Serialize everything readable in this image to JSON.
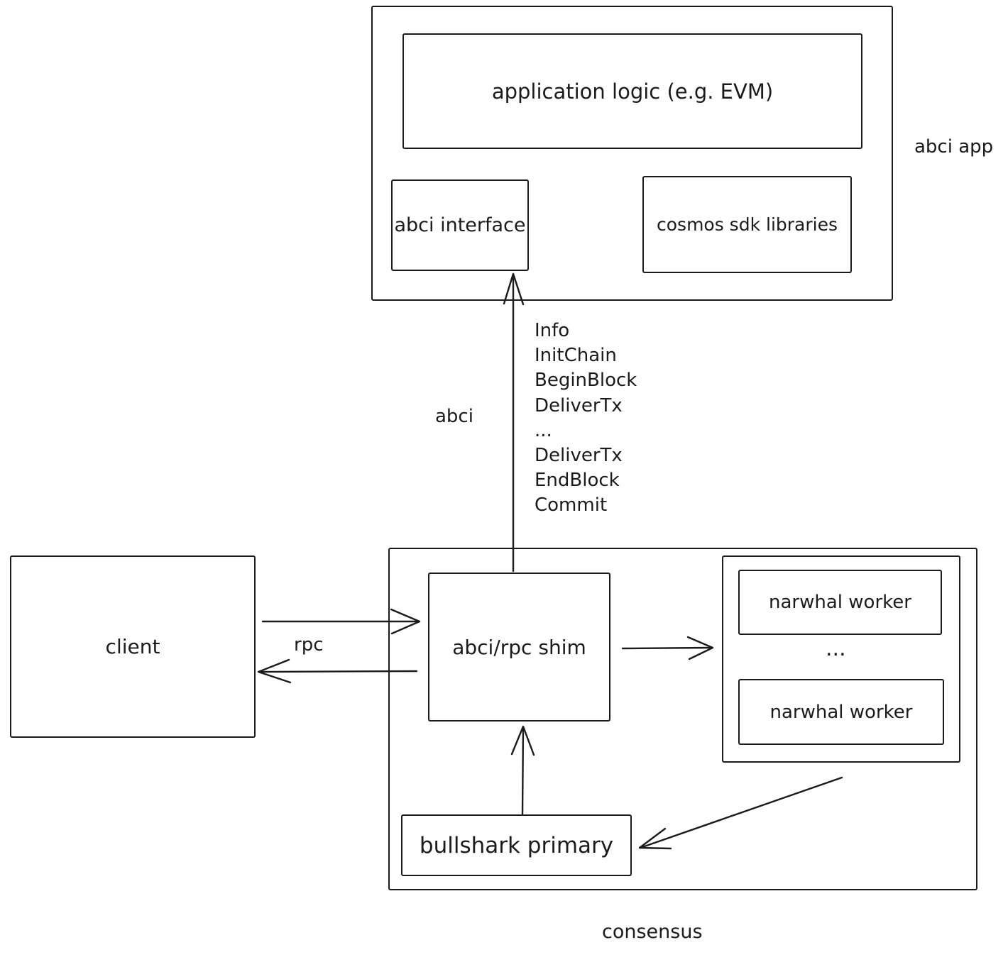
{
  "colors": {
    "ink": "#1b1b1b",
    "background": "#ffffff"
  },
  "abci_app": {
    "group_label": "abci app",
    "application_logic": "application logic (e.g. EVM)",
    "abci_interface": "abci interface",
    "cosmos_sdk": "cosmos sdk libraries"
  },
  "abci_channel": {
    "label": "abci",
    "messages": [
      "Info",
      "InitChain",
      "BeginBlock",
      "DeliverTx",
      "...",
      "DeliverTx",
      "EndBlock",
      "Commit"
    ]
  },
  "client": {
    "label": "client"
  },
  "rpc": {
    "label": "rpc"
  },
  "consensus": {
    "group_label": "consensus",
    "shim": "abci/rpc shim",
    "narwhal_workers": [
      "narwhal worker",
      "narwhal worker"
    ],
    "workers_ellipsis": "...",
    "bullshark_primary": "bullshark primary"
  }
}
